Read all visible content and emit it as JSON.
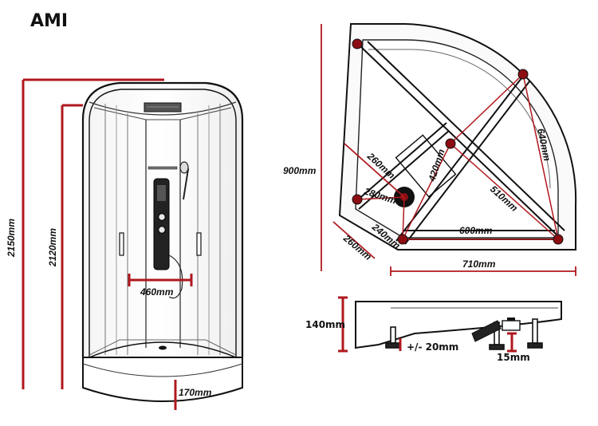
{
  "title": "AMI",
  "colors": {
    "dimension_line": "#b0181e",
    "outline": "#111111",
    "joint": "#8b0d12"
  },
  "front_view": {
    "height_outer": "2150mm",
    "height_inner": "2120mm",
    "panel_width": "460mm",
    "tray_height": "170mm"
  },
  "top_view": {
    "depth": "900mm",
    "width": "710mm",
    "brace_x": "600mm",
    "brace_y": "640mm",
    "diagonal": "510mm",
    "center_to_wall": "420mm",
    "drain_offset_a": "260mm",
    "drain_offset_b": "280mm",
    "drain_offset_c": "240mm",
    "front_edge": "260mm"
  },
  "side_view": {
    "tray_height": "140mm",
    "leg_adjust": "+/- 20mm",
    "drain_height": "15mm"
  }
}
